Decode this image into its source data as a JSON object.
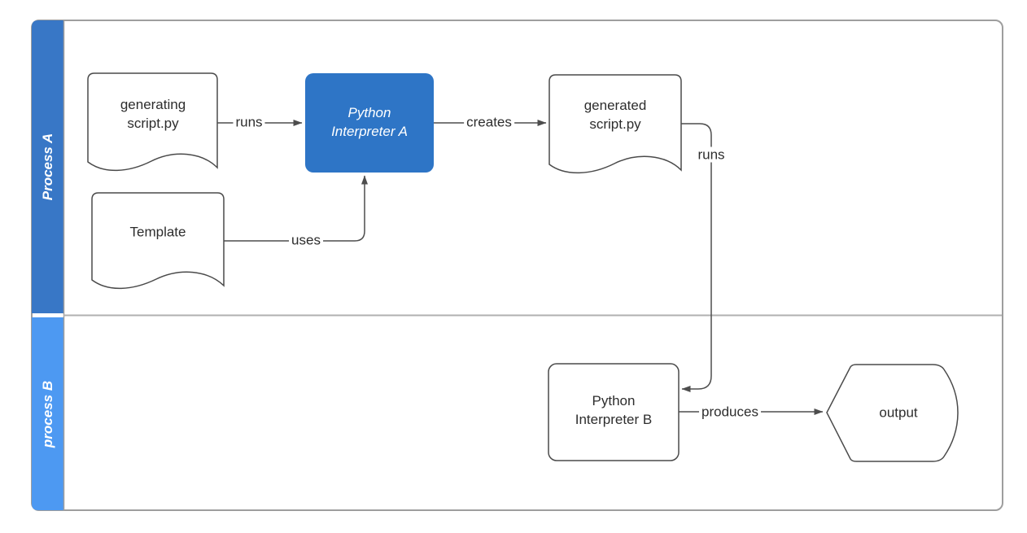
{
  "lanes": [
    {
      "label": "Process A",
      "color": "#3877C6"
    },
    {
      "label": "process B",
      "color": "#4D99F2"
    }
  ],
  "nodes": {
    "generating_script": {
      "label": "generating\nscript.py",
      "shape": "document"
    },
    "template": {
      "label": "Template",
      "shape": "document"
    },
    "interpreter_a": {
      "label": "Python\nInterpreter A",
      "shape": "process",
      "fill": "#2E75C6",
      "text_color": "#ffffff"
    },
    "generated_script": {
      "label": "generated\nscript.py",
      "shape": "document"
    },
    "interpreter_b": {
      "label": "Python\nInterpreter B",
      "shape": "process"
    },
    "output": {
      "label": "output",
      "shape": "display"
    }
  },
  "edges": {
    "runs_1": {
      "label": "runs",
      "from": "generating_script",
      "to": "interpreter_a"
    },
    "creates": {
      "label": "creates",
      "from": "interpreter_a",
      "to": "generated_script"
    },
    "uses": {
      "label": "uses",
      "from": "template",
      "to": "interpreter_a"
    },
    "runs_2": {
      "label": "runs",
      "from": "generated_script",
      "to": "interpreter_b"
    },
    "produces": {
      "label": "produces",
      "from": "interpreter_b",
      "to": "output"
    }
  },
  "colors": {
    "shape_stroke": "#4a4a4a",
    "edge_stroke": "#4d4d4d",
    "pool_border": "#9e9e9e",
    "lane_divider": "#b0b0b0",
    "text": "#2d2d2d"
  }
}
